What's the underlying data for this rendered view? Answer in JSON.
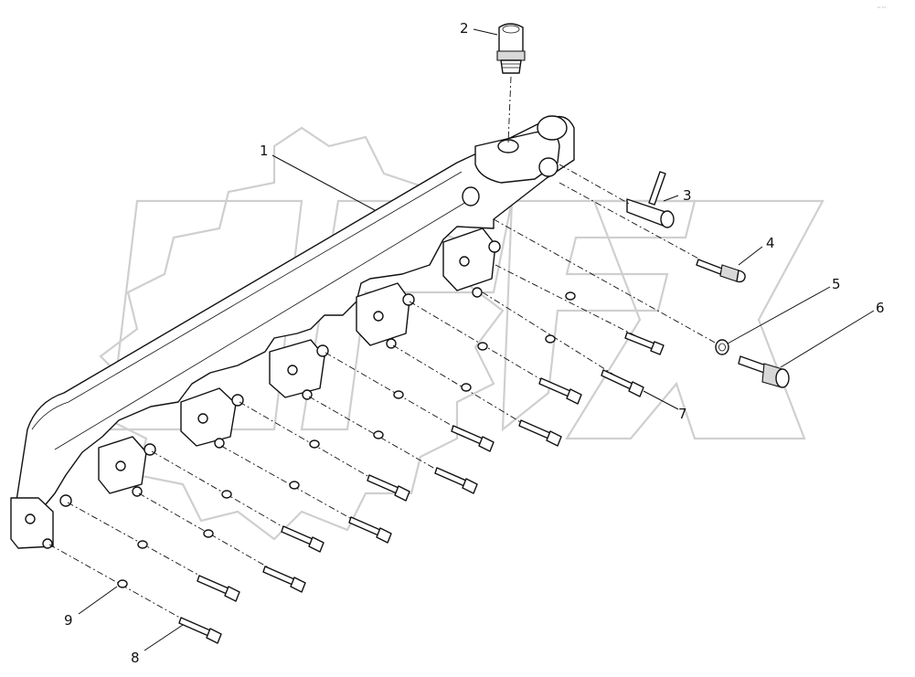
{
  "corner_mark": "ᵖᵒ ᵃᵒᵒ",
  "callouts": [
    "1",
    "2",
    "3",
    "4",
    "5",
    "6",
    "7",
    "8",
    "9"
  ]
}
